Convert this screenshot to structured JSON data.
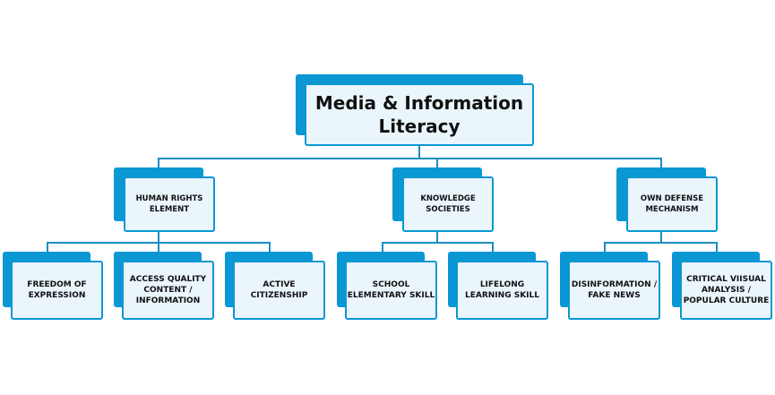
{
  "root": {
    "label_line1": "Media & Information",
    "label_line2": "Literacy"
  },
  "categories": [
    {
      "label_line1": "HUMAN RIGHTS",
      "label_line2": "ELEMENT",
      "children": [
        {
          "label_line1": "FREEDOM OF",
          "label_line2": "EXPRESSION",
          "label_line3": ""
        },
        {
          "label_line1": "ACCESS QUALITY",
          "label_line2": "CONTENT /",
          "label_line3": "INFORMATION"
        },
        {
          "label_line1": "ACTIVE",
          "label_line2": "CITIZENSHIP",
          "label_line3": ""
        }
      ]
    },
    {
      "label_line1": "KNOWLEDGE",
      "label_line2": "SOCIETIES",
      "children": [
        {
          "label_line1": "SCHOOL",
          "label_line2": "ELEMENTARY SKILL",
          "label_line3": ""
        },
        {
          "label_line1": "LIFELONG",
          "label_line2": "LEARNING SKILL",
          "label_line3": ""
        }
      ]
    },
    {
      "label_line1": "OWN DEFENSE",
      "label_line2": "MECHANISM",
      "children": [
        {
          "label_line1": "DISINFORMATION /",
          "label_line2": "FAKE NEWS",
          "label_line3": ""
        },
        {
          "label_line1": "CRITICAL VIISUAL",
          "label_line2": "ANALYSIS /",
          "label_line3": "POPULAR CULTURE"
        }
      ]
    }
  ],
  "colors": {
    "accent": "#0a97d4",
    "box_fill": "#eaf5fc",
    "connector": "#1a8fc4"
  }
}
